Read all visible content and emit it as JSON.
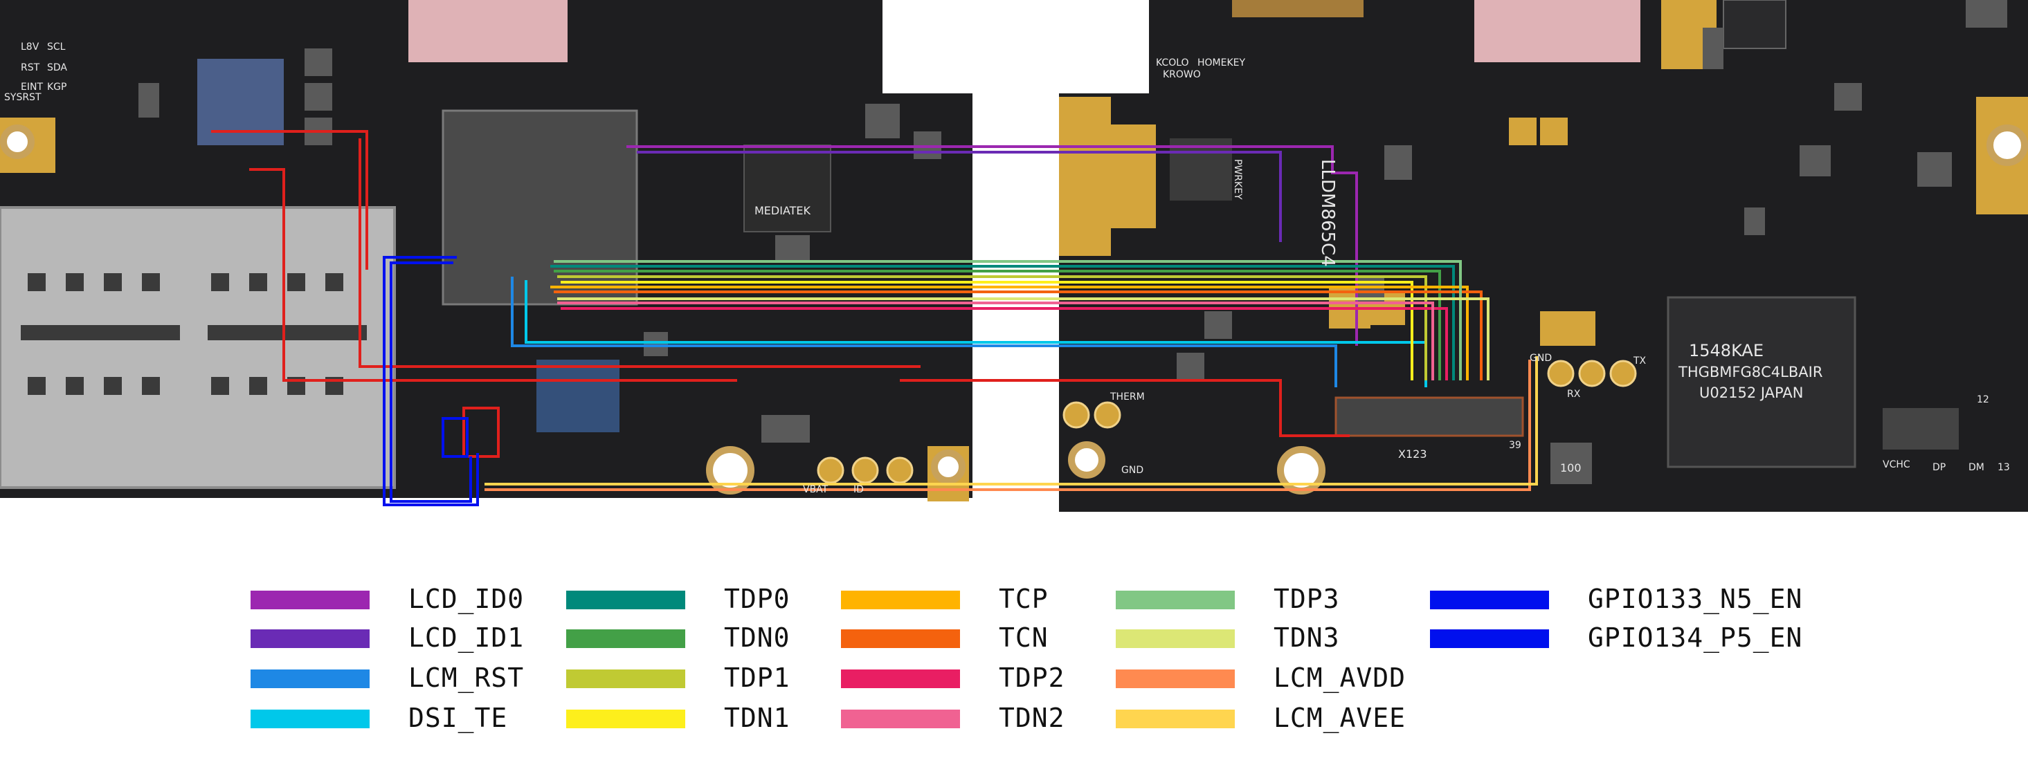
{
  "board": {
    "left_markings": [
      "L8V",
      "SCL",
      "RST",
      "SDA",
      "EINT",
      "KGP",
      "SYSRST"
    ],
    "right_markings": [
      "KCOLO",
      "HOMEKEY",
      "KROWO",
      "PWRKEY",
      "LLDM865C4",
      "THERM",
      "GND",
      "VBAT",
      "ID",
      "RX",
      "TX",
      "GND",
      "X123",
      "39",
      "VCHC",
      "DP",
      "DM",
      "13",
      "12",
      "100"
    ],
    "chip_markings": [
      "MEDIATEK",
      "1548KAE",
      "THGBMFG8C4LBAIR",
      "U02152 JAPAN"
    ]
  },
  "legend": {
    "columns": [
      [
        {
          "label": "LCD_ID0",
          "color": "#9c27b0"
        },
        {
          "label": "LCD_ID1",
          "color": "#6a2bb5"
        },
        {
          "label": "LCM_RST",
          "color": "#1e88e5"
        },
        {
          "label": "DSI_TE",
          "color": "#00c8ea"
        }
      ],
      [
        {
          "label": "TDP0",
          "color": "#00897b"
        },
        {
          "label": "TDN0",
          "color": "#43a047"
        },
        {
          "label": "TDP1",
          "color": "#c0ca33"
        },
        {
          "label": "TDN1",
          "color": "#fdef1c"
        }
      ],
      [
        {
          "label": "TCP",
          "color": "#ffb300"
        },
        {
          "label": "TCN",
          "color": "#f4620e"
        },
        {
          "label": "TDP2",
          "color": "#e91e63"
        },
        {
          "label": "TDN2",
          "color": "#f06292"
        }
      ],
      [
        {
          "label": "TDP3",
          "color": "#81c784"
        },
        {
          "label": "TDN3",
          "color": "#dce775"
        },
        {
          "label": "LCM_AVDD",
          "color": "#ff8a50"
        },
        {
          "label": "LCM_AVEE",
          "color": "#ffd54f"
        }
      ],
      [
        {
          "label": "GPIO133_N5_EN",
          "color": "#0010ee"
        },
        {
          "label": "GPIO134_P5_EN",
          "color": "#0010ee"
        }
      ]
    ]
  }
}
